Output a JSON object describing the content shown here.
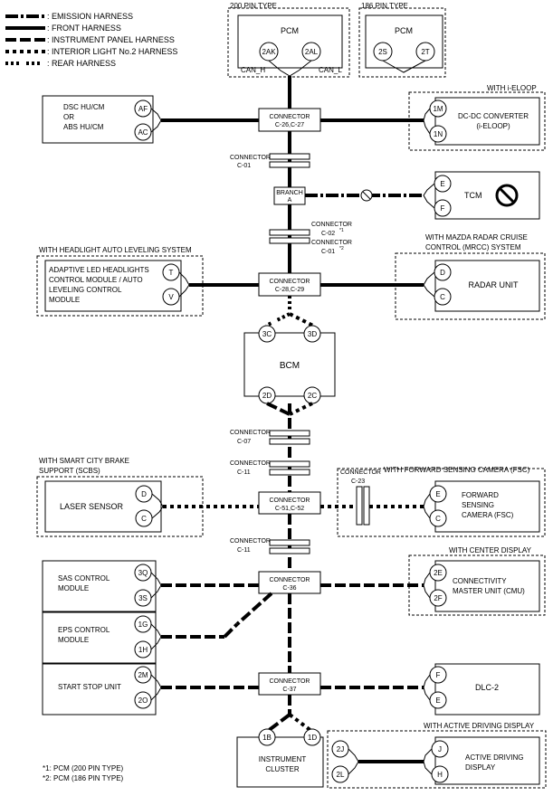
{
  "legend": [
    {
      "style": "em",
      "label": ": EMISSION HARNESS"
    },
    {
      "style": "fr",
      "label": ": FRONT HARNESS"
    },
    {
      "style": "ip",
      "label": ": INSTRUMENT PANEL HARNESS"
    },
    {
      "style": "il",
      "label": ": INTERIOR LIGHT No.2 HARNESS"
    },
    {
      "style": "rr",
      "label": ": REAR HARNESS"
    }
  ],
  "pcm200": {
    "group": "200 PIN TYPE",
    "name": "PCM",
    "pin_a": "2AK",
    "pin_b": "2AL",
    "can_h": "CAN_H",
    "can_l": "CAN_L"
  },
  "pcm186": {
    "group": "186 PIN TYPE",
    "name": "PCM",
    "pin_a": "2S",
    "pin_b": "2T"
  },
  "dsc": {
    "name_l1": "DSC HU/CM",
    "name_l2": "OR",
    "name_l3": "ABS HU/CM",
    "pin_a": "AF",
    "pin_b": "AC"
  },
  "conn_c26": {
    "l1": "CONNECTOR",
    "l2": "C-26,C-27"
  },
  "ieloop": {
    "group": "WITH i-ELOOP",
    "name_l1": "DC-DC CONVERTER",
    "name_l2": "(i-ELOOP)",
    "pin_a": "1M",
    "pin_b": "1N"
  },
  "conn_c01": {
    "l1": "CONNECTOR",
    "l2": "C-01"
  },
  "branch": {
    "l1": "BRANCH",
    "l2": "A"
  },
  "tcm": {
    "name": "TCM",
    "pin_a": "E",
    "pin_b": "F"
  },
  "conn_c02": {
    "l1": "CONNECTOR",
    "l2": "C-02",
    "l2_note": "*1",
    "l3": "CONNECTOR",
    "l4": "C-01",
    "l4_note": "*2"
  },
  "headlight": {
    "group": "WITH HEADLIGHT AUTO LEVELING SYSTEM",
    "name_l1": "ADAPTIVE LED HEADLIGHTS",
    "name_l2": "CONTROL MODULE / AUTO",
    "name_l3": "LEVELING CONTROL",
    "name_l4": "MODULE",
    "pin_a": "T",
    "pin_b": "V"
  },
  "conn_c28": {
    "l1": "CONNECTOR",
    "l2": "C-28,C-29"
  },
  "radar": {
    "group_l1": "WITH MAZDA RADAR CRUISE",
    "group_l2": "CONTROL (MRCC) SYSTEM",
    "name": "RADAR UNIT",
    "pin_a": "D",
    "pin_b": "C"
  },
  "bcm": {
    "name": "BCM",
    "pin_a": "3C",
    "pin_b": "3D",
    "pin_c": "2D",
    "pin_d": "2C"
  },
  "conn_c07": {
    "l1": "CONNECTOR",
    "l2": "C-07"
  },
  "conn_c11a": {
    "l1": "CONNECTOR",
    "l2": "C-11"
  },
  "laser": {
    "group_l1": "WITH SMART CITY BRAKE",
    "group_l2": "SUPPORT (SCBS)",
    "name": "LASER SENSOR",
    "pin_a": "D",
    "pin_b": "C"
  },
  "conn_c51": {
    "l1": "CONNECTOR",
    "l2": "C-51,C-52"
  },
  "conn_c23": {
    "l1": "CONNECTOR",
    "l2": "C-23"
  },
  "fsc": {
    "group": "WITH FORWARD SENSING CAMERA (FSC)",
    "name_l1": "FORWARD",
    "name_l2": "SENSING",
    "name_l3": "CAMERA (FSC)",
    "pin_a": "E",
    "pin_b": "C"
  },
  "conn_c11b": {
    "l1": "CONNECTOR",
    "l2": "C-11"
  },
  "sas": {
    "name_l1": "SAS CONTROL",
    "name_l2": "MODULE",
    "pin_a": "3Q",
    "pin_b": "3S"
  },
  "conn_c36": {
    "l1": "CONNECTOR",
    "l2": "C-36"
  },
  "cmu": {
    "group": "WITH CENTER DISPLAY",
    "name_l1": "CONNECTIVITY",
    "name_l2": "MASTER UNIT (CMU)",
    "pin_a": "2E",
    "pin_b": "2F"
  },
  "eps": {
    "name_l1": "EPS CONTROL",
    "name_l2": "MODULE",
    "pin_a": "1G",
    "pin_b": "1H"
  },
  "startstop": {
    "name": "START STOP UNIT",
    "pin_a": "2M",
    "pin_b": "2O"
  },
  "conn_c37": {
    "l1": "CONNECTOR",
    "l2": "C-37"
  },
  "dlc": {
    "name": "DLC-2",
    "pin_a": "F",
    "pin_b": "E"
  },
  "cluster": {
    "name_l1": "INSTRUMENT",
    "name_l2": "CLUSTER",
    "pin_a": "1B",
    "pin_b": "1D"
  },
  "add": {
    "group": "WITH ACTIVE DRIVING DISPLAY",
    "name_l1": "ACTIVE DRIVING",
    "name_l2": "DISPLAY",
    "pin_a": "2J",
    "pin_b": "2L",
    "pin_c": "J",
    "pin_d": "H"
  },
  "notes": {
    "n1": "*1: PCM (200 PIN TYPE)",
    "n2": "*2: PCM (186 PIN TYPE)"
  }
}
